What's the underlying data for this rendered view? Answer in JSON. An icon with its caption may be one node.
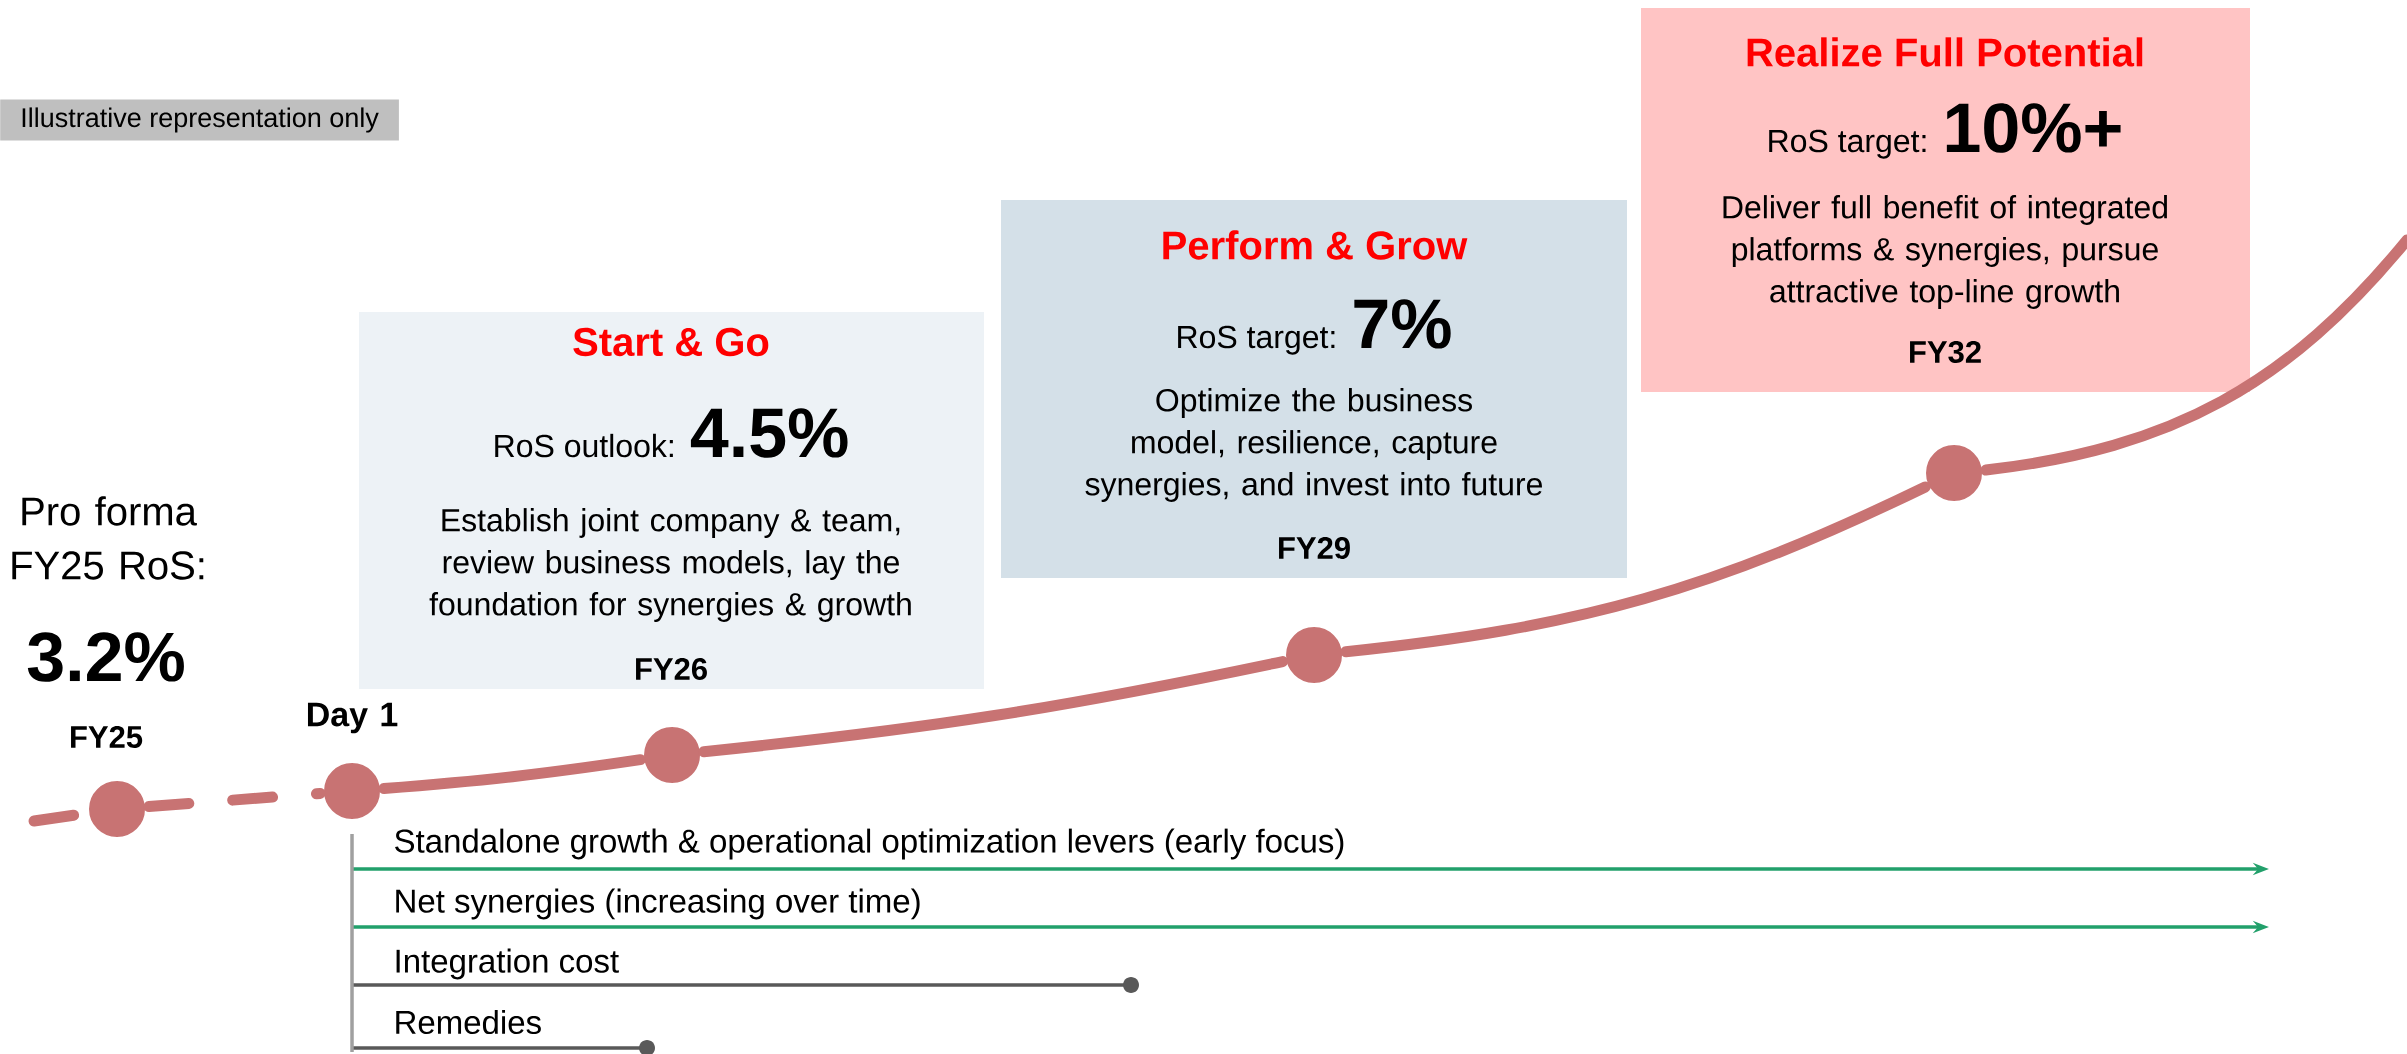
{
  "diagram": {
    "nodes": [
      {
        "text": [
          "Start & Go",
          "RoS outlook:",
          "4.5%",
          "Establish joint company & team, review business models, lay the foundation for synergies & growth",
          "FY26"
        ]
      },
      {
        "text": [
          "Perform & Grow",
          "RoS target:",
          "7%",
          "Optimize the business model, resilience, capture synergies, and invest into future",
          "FY29"
        ]
      },
      {
        "text": [
          "Realize Full Potential",
          "RoS target:",
          "10%+",
          "Deliver full benefit of integrated platforms & synergies, pursue attractive top-line growth",
          "FY32"
        ]
      },
      {
        "text": [],
        "shape": "circle",
        "beside": [
          "Pro forma FY25 RoS:",
          "3.2%",
          "FY25"
        ]
      },
      {
        "text": [],
        "shape": "circle",
        "beside": [
          "Day 1"
        ]
      },
      {
        "text": [],
        "shape": "circle"
      },
      {
        "text": [],
        "shape": "circle"
      },
      {
        "text": [],
        "shape": "circle"
      }
    ],
    "edges": [
      {
        "from": null,
        "to": 3,
        "arrow": "none",
        "style": "dashed"
      },
      {
        "from": 3,
        "to": 4,
        "arrow": "none",
        "style": "dashed"
      },
      {
        "from": 4,
        "to": 5,
        "arrow": "none"
      },
      {
        "from": 5,
        "to": 6,
        "arrow": "none"
      },
      {
        "from": 6,
        "to": 7,
        "arrow": "none"
      },
      {
        "from": 7,
        "to": null,
        "arrow": "none"
      }
    ],
    "labels": [
      "Illustrative representation only",
      "Standalone growth & operational optimization levers (early focus)",
      "Net synergies (increasing over time)",
      "Integration cost",
      "Remedies"
    ]
  }
}
